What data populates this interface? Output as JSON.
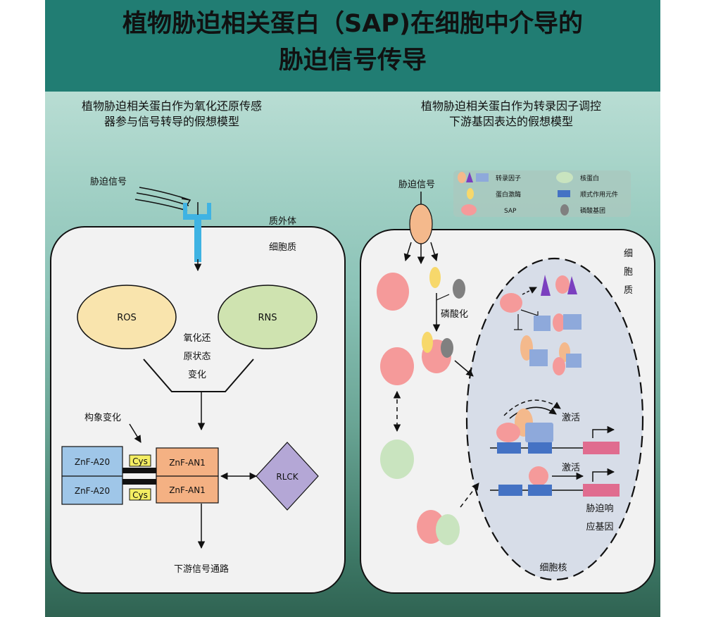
{
  "title": {
    "line1": "植物胁迫相关蛋白（SAP)在细胞中介导的",
    "line2": "胁迫信号传导"
  },
  "left_panel": {
    "subtitle_line1": "植物胁迫相关蛋白作为氧化还原传感",
    "subtitle_line2": "器参与信号转导的假想模型",
    "stress_signal": "胁迫信号",
    "apoplast": "质外体",
    "cytoplasm": "细胞质",
    "ros": "ROS",
    "rns": "RNS",
    "redox_line1": "氧化还",
    "redox_line2": "原状态",
    "redox_line3": "变化",
    "conformation_change": "构象变化",
    "znf_a20_top": "ZnF-A20",
    "znf_a20_bottom": "ZnF-A20",
    "cys_top": "Cys",
    "cys_bottom": "Cys",
    "znf_an1_top": "ZnF-AN1",
    "znf_an1_bottom": "ZnF-AN1",
    "rlck": "RLCK",
    "downstream": "下游信号通路"
  },
  "right_panel": {
    "subtitle_line1": "植物胁迫相关蛋白作为转录因子调控",
    "subtitle_line2": "下游基因表达的假想模型",
    "stress_signal": "胁迫信号",
    "phosphorylation": "磷酸化",
    "cytoplasm_1": "细",
    "cytoplasm_2": "胞",
    "cytoplasm_3": "质",
    "nucleus": "细胞核",
    "activation_1": "激活",
    "activation_2": "激活",
    "stress_gene_line1": "胁迫响",
    "stress_gene_line2": "应基因",
    "legend": {
      "tf": "转录因子",
      "nucleoprotein": "核蛋白",
      "kinase": "蛋白激酶",
      "cis_element": "顺式作用元件",
      "sap": "SAP",
      "phosphate": "磷酸基团"
    }
  },
  "colors": {
    "header": "#217d73",
    "ros": "#f9e4ad",
    "rns": "#cfe3b0",
    "znf_a20": "#9fc6e8",
    "znf_an1": "#f4b183",
    "cys": "#f4ee63",
    "rlck": "#b4a7d6",
    "receptor": "#3fb3e3",
    "sap": "#f59a9a",
    "nucleoprotein": "#c9e4bf",
    "kinase": "#f7d86b",
    "phosphate": "#808080",
    "tf_box": "#8ea9db",
    "tf_orange": "#f4b98c",
    "tf_purple": "#7b3fbf",
    "cis": "#4472c4",
    "gene": "#e06c8f",
    "nucleus_fill": "#d7dde8"
  }
}
